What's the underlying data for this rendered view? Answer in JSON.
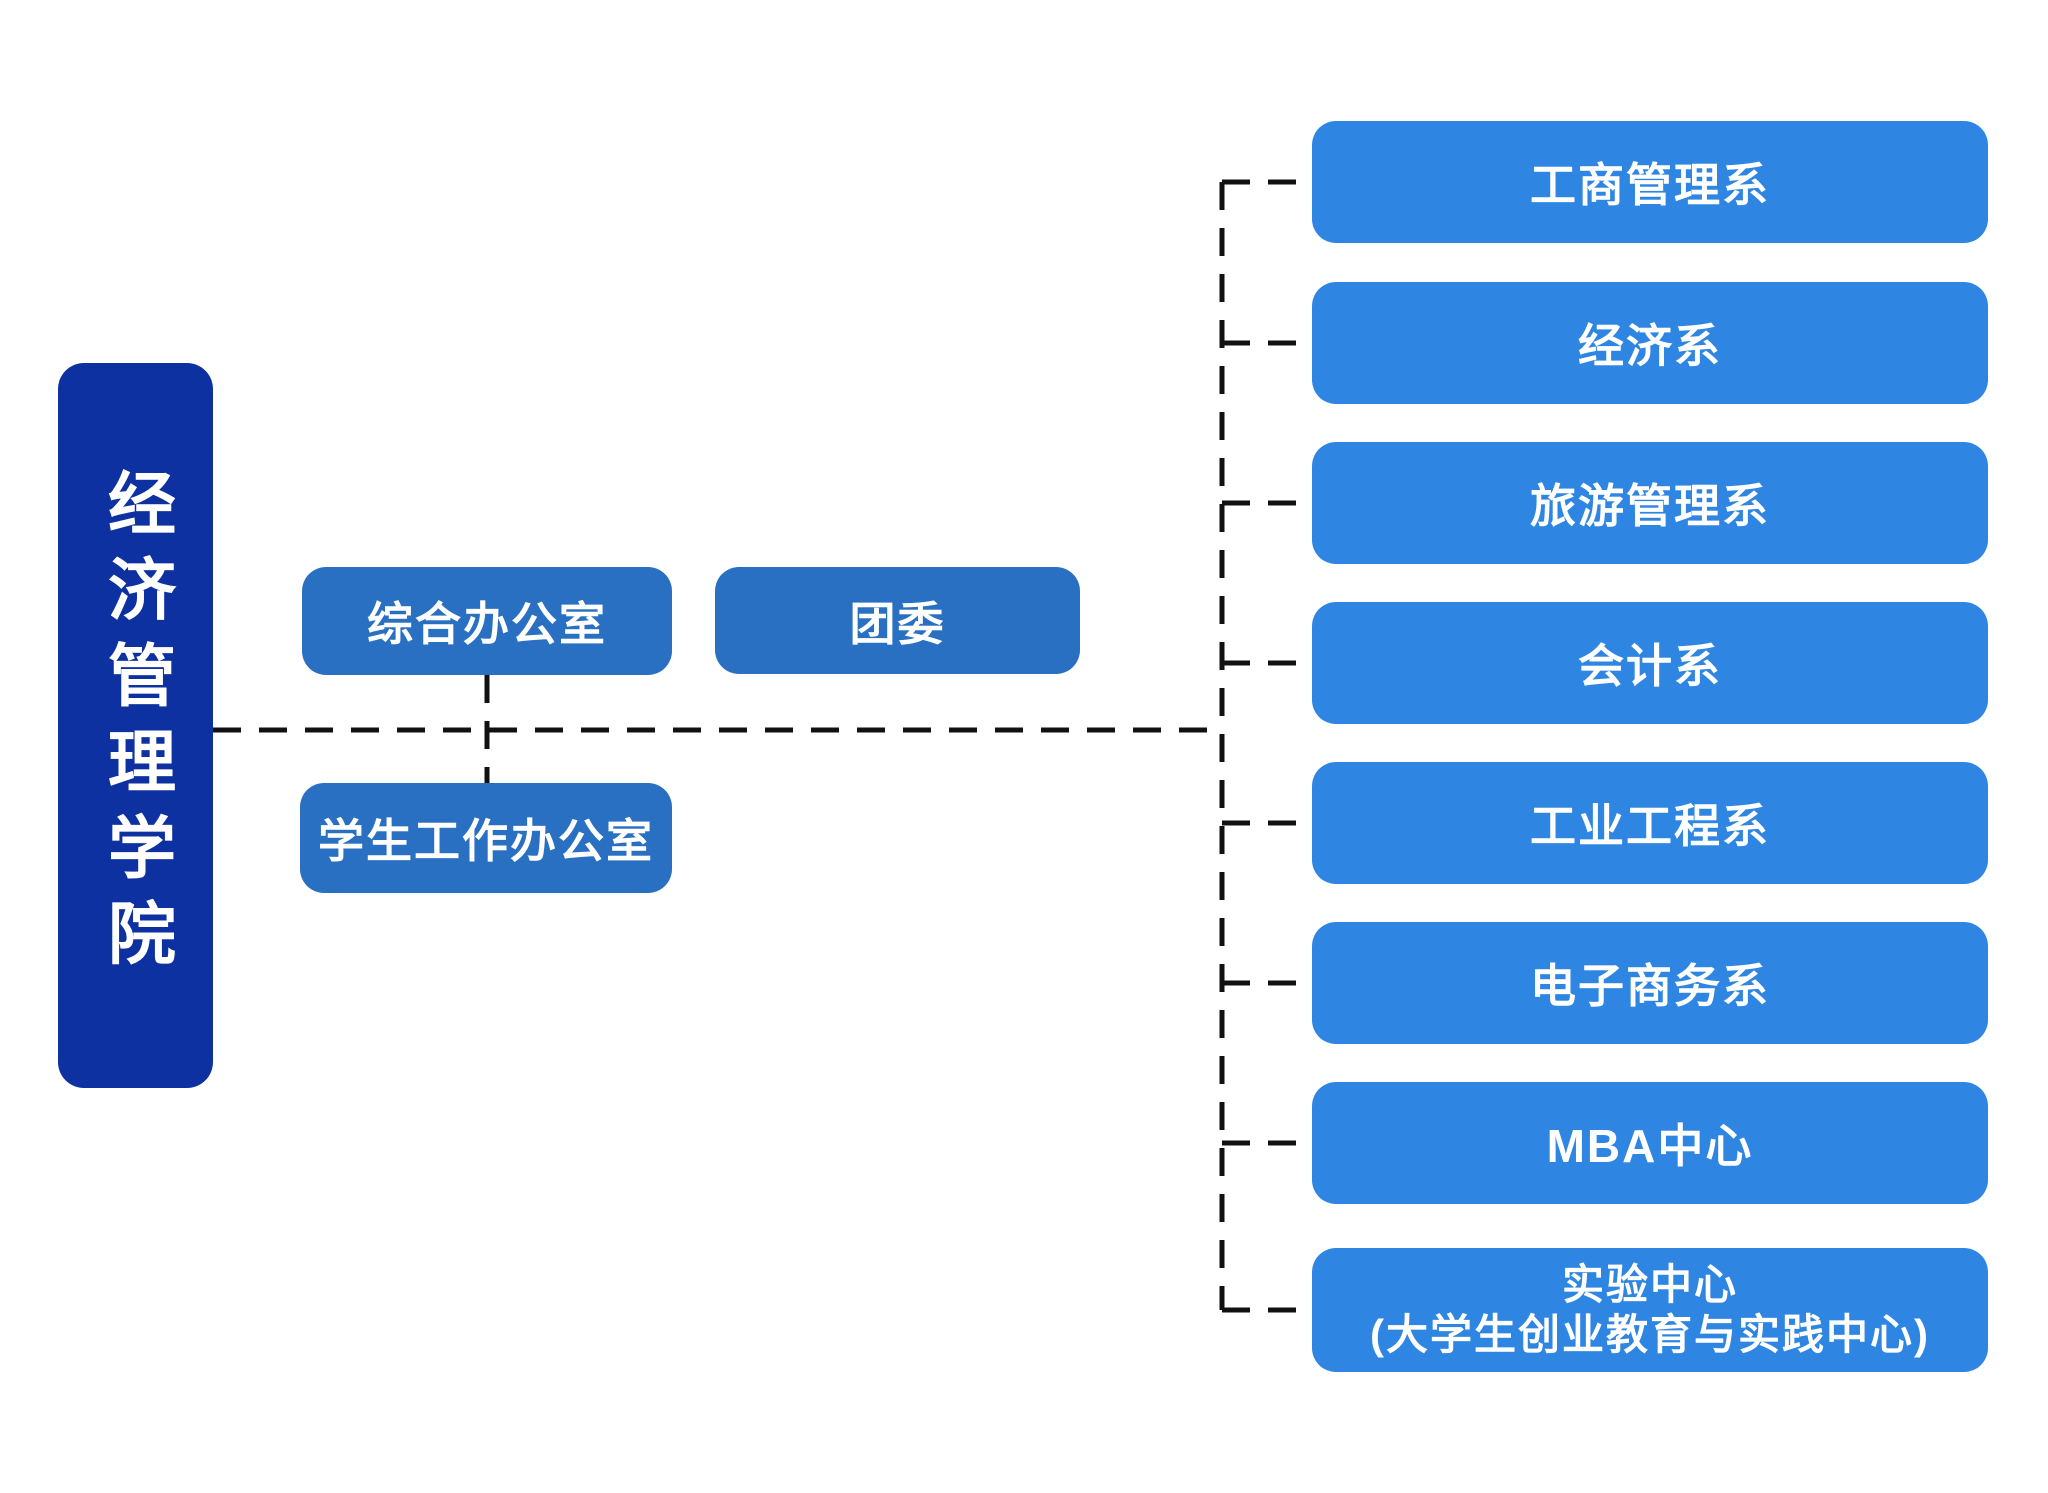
{
  "colors": {
    "root_box": "#0d31a0",
    "office_box": "#2a70c2",
    "dept_box": "#2e86e2",
    "connector": "#111111",
    "node_text": "#ffffff",
    "background": "#ffffff"
  },
  "root": {
    "label": "经济管理学院"
  },
  "offices": [
    {
      "label": "综合办公室"
    },
    {
      "label": "团委"
    },
    {
      "label": "学生工作办公室"
    }
  ],
  "departments": [
    {
      "label": "工商管理系"
    },
    {
      "label": "经济系"
    },
    {
      "label": "旅游管理系"
    },
    {
      "label": "会计系"
    },
    {
      "label": "工业工程系"
    },
    {
      "label": "电子商务系"
    },
    {
      "label": "MBA中心"
    },
    {
      "label": "实验中心",
      "sublabel": "(大学生创业教育与实践中心)"
    }
  ]
}
